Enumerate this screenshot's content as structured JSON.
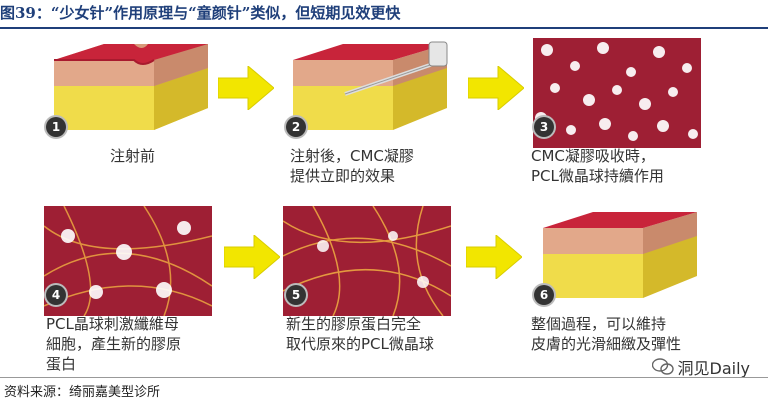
{
  "title": "图39：“少女针”作用原理与“童颜针”类似，但短期见效更快",
  "panels": [
    {
      "num": "1",
      "caption": "注射前"
    },
    {
      "num": "2",
      "caption": "注射後，CMC凝膠\n提供立即的效果"
    },
    {
      "num": "3",
      "caption": "CMC凝膠吸收時，\nPCL微晶球持續作用"
    },
    {
      "num": "4",
      "caption": "PCL晶球刺激纖維母\n細胞，產生新的膠原\n蛋白"
    },
    {
      "num": "5",
      "caption": "新生的膠原蛋白完全\n取代原來的PCL微晶球"
    },
    {
      "num": "6",
      "caption": "整個過程，可以維持\n皮膚的光滑細緻及彈性"
    }
  ],
  "source": "资料来源：绮丽嘉美型诊所",
  "brand": "洞见Daily",
  "colors": {
    "title": "#1f3f7a",
    "arrow": "#f2e600",
    "skin_top": "#c8243a",
    "fat": "#e8d23a",
    "tissue": "#9e1f34"
  }
}
